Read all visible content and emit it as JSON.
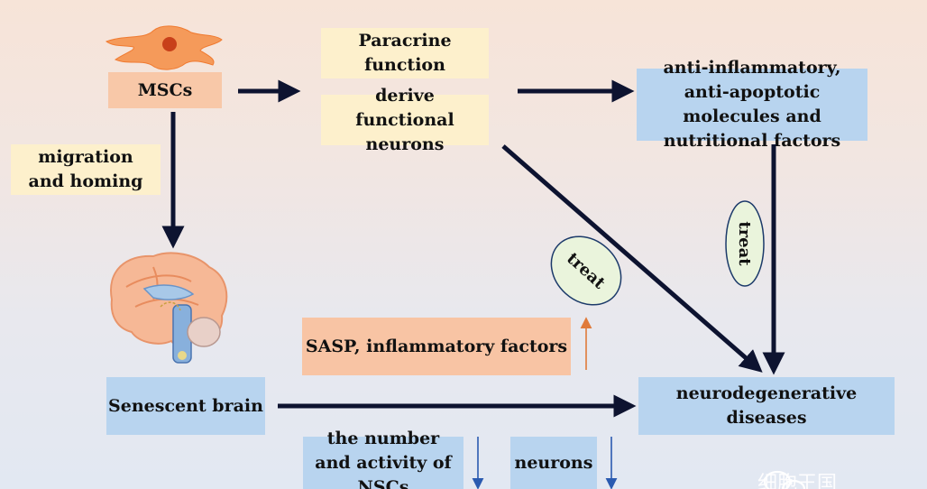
{
  "nodes": {
    "mscs": "MSCs",
    "paracrine": "Paracrine function",
    "derive": "derive functional neurons",
    "anti": "anti-inflammatory, anti-apoptotic molecules and nutritional factors",
    "migration": "migration and homing",
    "sasp": "SASP, inflammatory factors",
    "senescent": "Senescent brain",
    "neuro": "neurodegenerative diseases",
    "nscs": "the number and activity of NSCs",
    "neurons": "neurons"
  },
  "treat_labels": [
    "treat",
    "treat"
  ],
  "watermark": "细胞王国",
  "icons": [
    "msc-cell-icon",
    "brain-icon",
    "wechat-logo-icon"
  ],
  "colors": {
    "orange_box": "#f8c8a8",
    "yellow_box": "#fdf0cc",
    "blue_box": "#b8d4ef",
    "arrow": "#0d1330",
    "treat_fill": "#eaf4dc",
    "treat_stroke": "#1c3a6a",
    "small_up_arrow": "#e07a3a",
    "small_down_arrow": "#2a5ab0"
  }
}
